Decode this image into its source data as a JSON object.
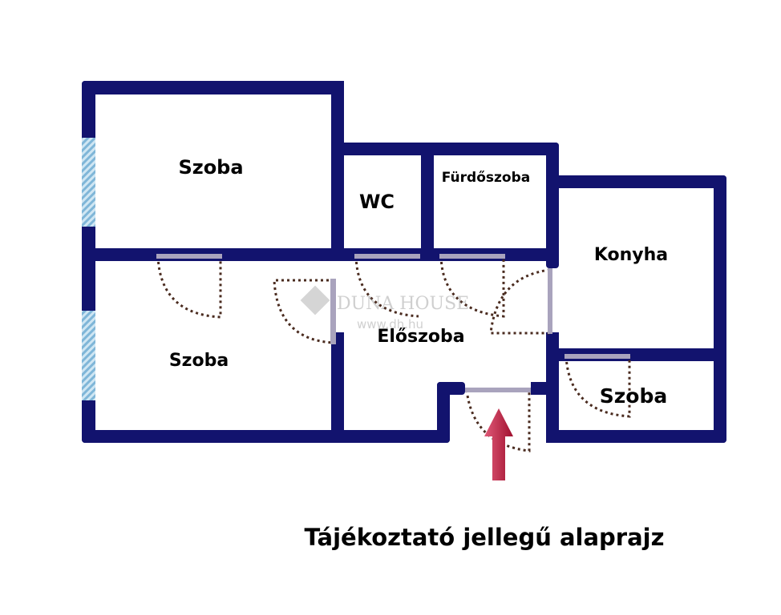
{
  "rooms": {
    "szoba_top": "Szoba",
    "wc": "WC",
    "furdoszoba": "Fürdőszoba",
    "konyha": "Konyha",
    "szoba_left": "Szoba",
    "eloszoba": "Előszoba",
    "szoba_right": "Szoba"
  },
  "watermark": {
    "brand": "DUNA HOUSE",
    "url": "www.dh.hu"
  },
  "caption": "Tájékoztató jellegű alaprajz",
  "colors": {
    "wall": "#12136e",
    "window": "#8fc3e0",
    "door": "#a9a3bd",
    "arrow": "#c8234a"
  }
}
